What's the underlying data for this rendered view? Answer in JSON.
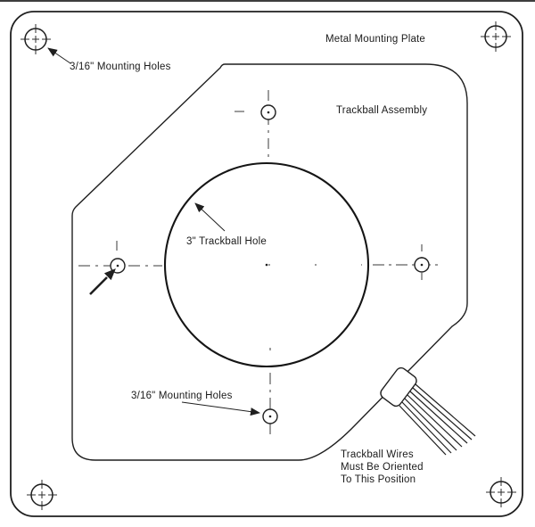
{
  "scene": {
    "background": "#ffffff",
    "ink_color": "#1f1f1f",
    "centerline_color": "#3a3a3a",
    "labels": {
      "plate_title": "Metal Mounting Plate",
      "assembly_title": "Trackball Assembly",
      "mounting_holes_top": "3/16\" Mounting Holes",
      "trackball_hole": "3\" Trackball Hole",
      "mounting_holes_bottom": "3/16\" Mounting Holes",
      "wires_note_line1": "Trackball Wires",
      "wires_note_line2": "Must Be Oriented",
      "wires_note_line3": "To This Position"
    }
  }
}
